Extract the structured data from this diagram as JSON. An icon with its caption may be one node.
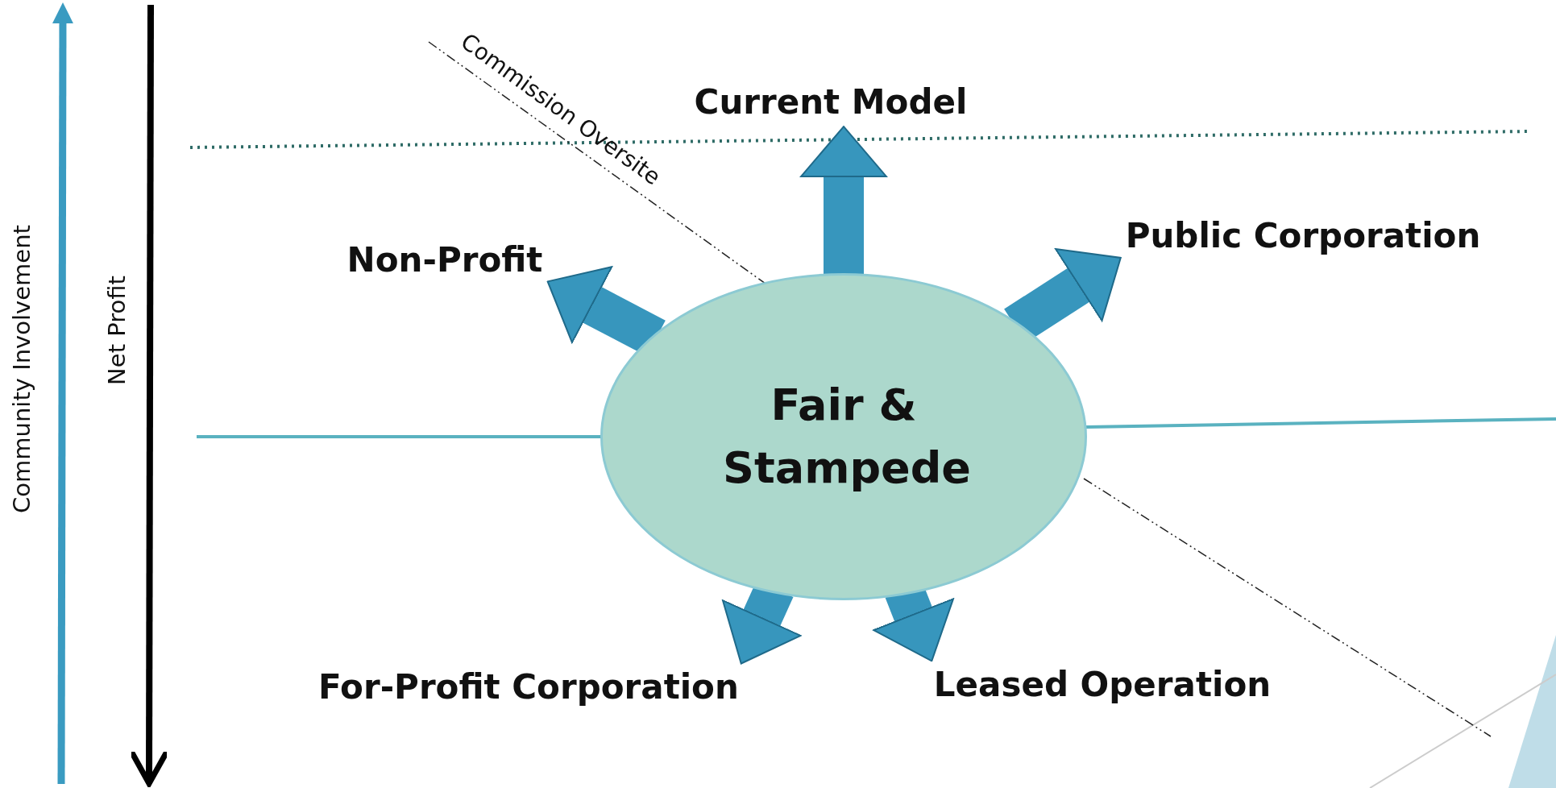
{
  "diagram": {
    "nodes": [
      {
        "text": [
          "Current Model"
        ]
      },
      {
        "text": [
          "Public Corporation"
        ]
      },
      {
        "text": [
          "Non-Profit"
        ]
      },
      {
        "text": [
          "Fair & Stampede"
        ]
      },
      {
        "text": [
          "Leased Operation"
        ]
      },
      {
        "text": [
          "For-Profit Corporation"
        ]
      }
    ],
    "edges": [
      {
        "from": 3,
        "to": 0,
        "arrow": "to"
      },
      {
        "from": 3,
        "to": 1,
        "arrow": "to"
      },
      {
        "from": 3,
        "to": 2,
        "arrow": "to"
      },
      {
        "from": 3,
        "to": 5,
        "arrow": "to"
      },
      {
        "from": 3,
        "to": 4,
        "arrow": "to"
      }
    ],
    "labels": [
      "Commission Oversite",
      "Community Involvement",
      "Net Profit"
    ]
  }
}
